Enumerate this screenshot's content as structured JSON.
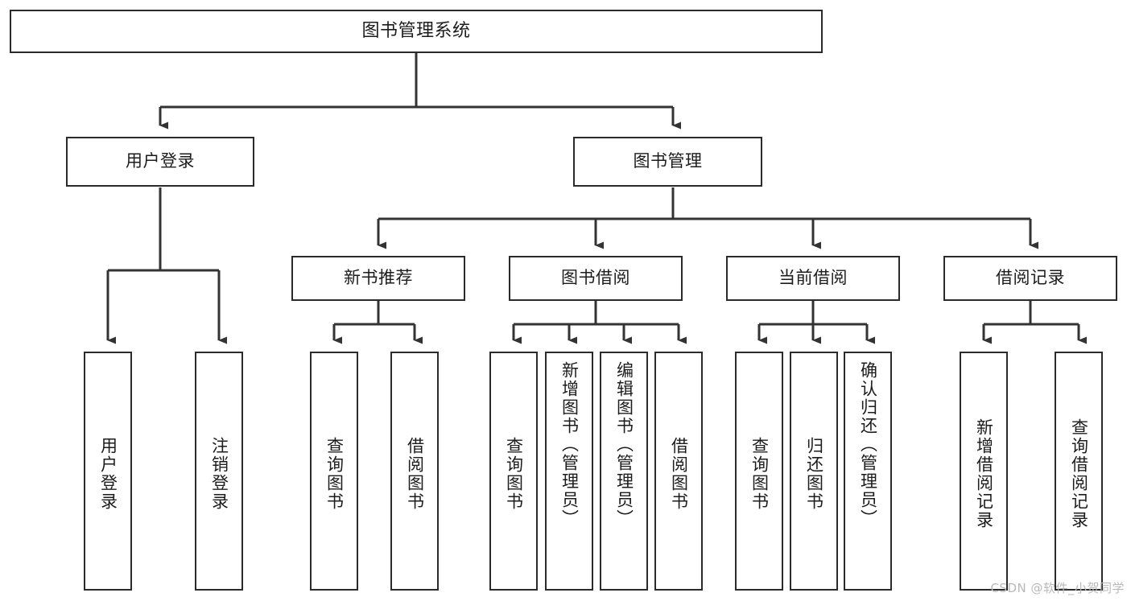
{
  "diagram": {
    "type": "tree",
    "title": "图书管理系统",
    "orientation": "top-down",
    "colors": {
      "box_border": "#2b2b2b",
      "box_fill": "#ffffff",
      "connector": "#333333",
      "text": "#1c1c1c",
      "watermark": "#b9b9b9",
      "background": "#ffffff"
    },
    "root": {
      "id": "root",
      "label": "图书管理系统"
    },
    "level2": [
      {
        "id": "user-login",
        "label": "用户登录"
      },
      {
        "id": "book-manage",
        "label": "图书管理"
      }
    ],
    "level3": [
      {
        "id": "new-book-recommend",
        "label": "新书推荐",
        "parent": "book-manage"
      },
      {
        "id": "book-borrow",
        "label": "图书借阅",
        "parent": "book-manage"
      },
      {
        "id": "current-borrow",
        "label": "当前借阅",
        "parent": "book-manage"
      },
      {
        "id": "borrow-record",
        "label": "借阅记录",
        "parent": "book-manage"
      }
    ],
    "leaves": {
      "user_login": [
        {
          "id": "leaf-user-login",
          "label": "用户登录"
        },
        {
          "id": "leaf-logout",
          "label": "注销登录"
        }
      ],
      "new_book_recommend": [
        {
          "id": "leaf-query-book-1",
          "label": "查询图书"
        },
        {
          "id": "leaf-borrow-book-1",
          "label": "借阅图书"
        }
      ],
      "book_borrow": [
        {
          "id": "leaf-query-book-2",
          "label": "查询图书"
        },
        {
          "id": "leaf-add-book",
          "label": "新增图书（管理员）"
        },
        {
          "id": "leaf-edit-book",
          "label": "编辑图书（管理员）"
        },
        {
          "id": "leaf-borrow-book-2",
          "label": "借阅图书"
        }
      ],
      "current_borrow": [
        {
          "id": "leaf-query-book-3",
          "label": "查询图书"
        },
        {
          "id": "leaf-return-book",
          "label": "归还图书"
        },
        {
          "id": "leaf-confirm-return",
          "label": "确认归还（管理员）"
        }
      ],
      "borrow_record": [
        {
          "id": "leaf-add-record",
          "label": "新增借阅记录"
        },
        {
          "id": "leaf-query-record",
          "label": "查询借阅记录"
        }
      ]
    }
  },
  "watermark": {
    "text": "CSDN @软件_小贺同学"
  }
}
